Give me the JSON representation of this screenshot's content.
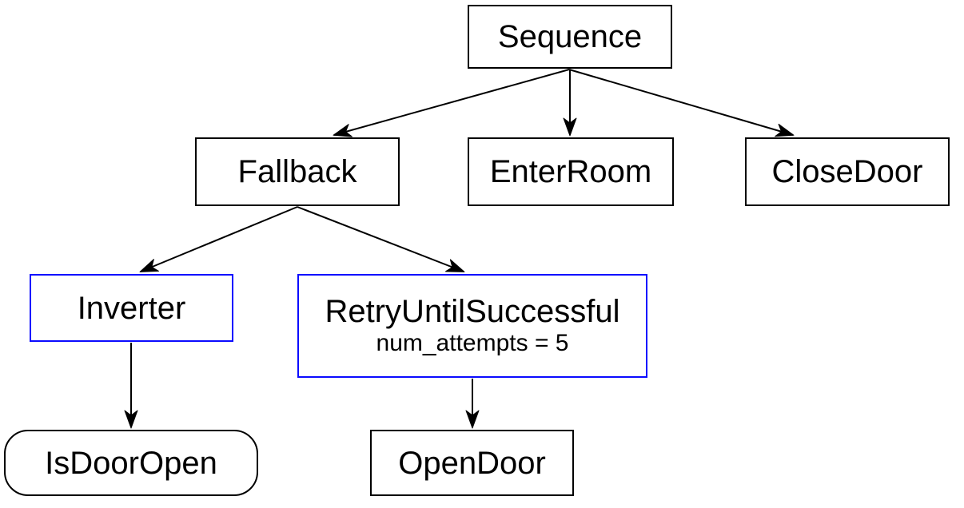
{
  "diagram": {
    "kind": "behavior-tree",
    "colors": {
      "background": "#ffffff",
      "node_border": "#000000",
      "decorator_border": "#0b0bff",
      "text": "#000000",
      "edge": "#000000"
    },
    "nodes": {
      "sequence": {
        "label": "Sequence"
      },
      "fallback": {
        "label": "Fallback"
      },
      "enter_room": {
        "label": "EnterRoom"
      },
      "close_door": {
        "label": "CloseDoor"
      },
      "inverter": {
        "label": "Inverter"
      },
      "retry_until_successful": {
        "label": "RetryUntilSuccessful",
        "param": "num_attempts = 5"
      },
      "is_door_open": {
        "label": "IsDoorOpen"
      },
      "open_door": {
        "label": "OpenDoor"
      }
    },
    "edges": [
      {
        "from": "sequence",
        "to": "fallback"
      },
      {
        "from": "sequence",
        "to": "enter_room"
      },
      {
        "from": "sequence",
        "to": "close_door"
      },
      {
        "from": "fallback",
        "to": "inverter"
      },
      {
        "from": "fallback",
        "to": "retry_until_successful"
      },
      {
        "from": "inverter",
        "to": "is_door_open"
      },
      {
        "from": "retry_until_successful",
        "to": "open_door"
      }
    ]
  }
}
